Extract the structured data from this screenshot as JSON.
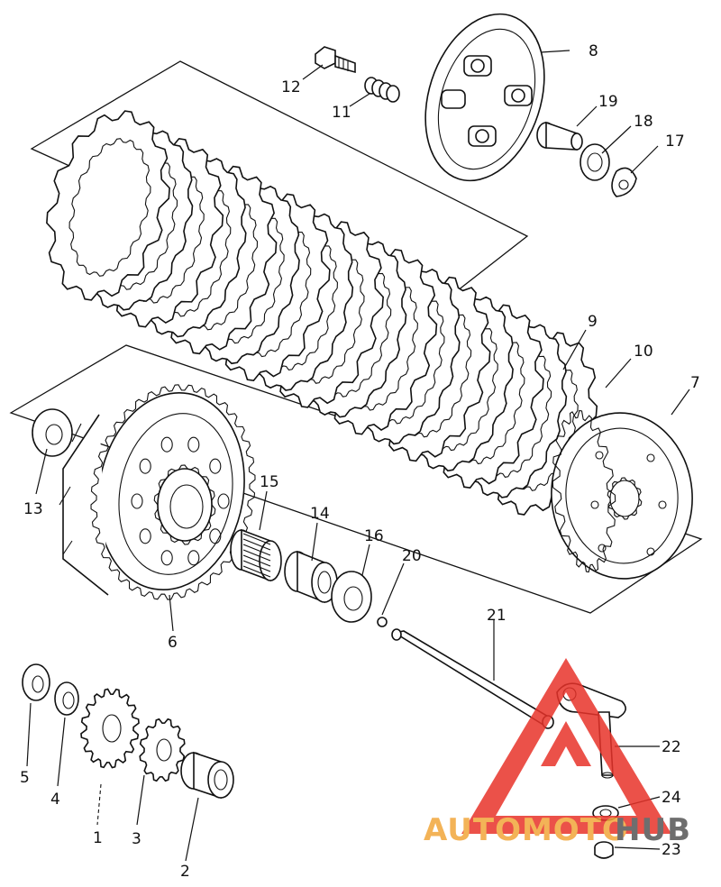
{
  "callouts": [
    "12",
    "11",
    "8",
    "19",
    "18",
    "17",
    "9",
    "10",
    "7",
    "13",
    "6",
    "15",
    "14",
    "16",
    "20",
    "21",
    "22",
    "24",
    "23",
    "5",
    "4",
    "1",
    "3",
    "2"
  ],
  "watermark": {
    "word_left": "AUTOMOTO",
    "word_right": "HUB",
    "color_left": "#f2a63a",
    "color_right": "#555555",
    "triangle_color": "#e8332a"
  }
}
